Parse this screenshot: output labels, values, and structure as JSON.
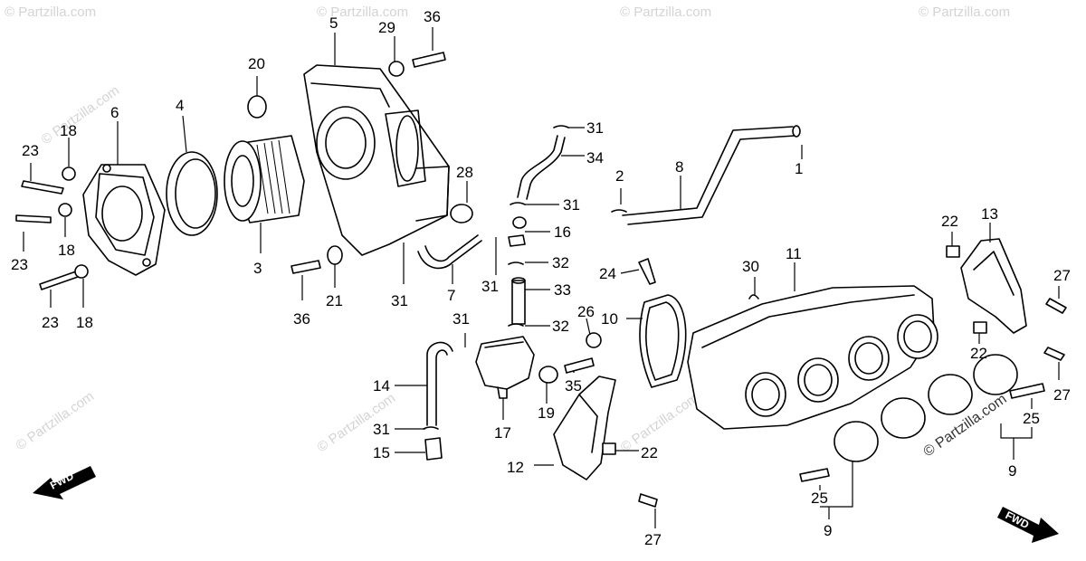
{
  "diagram": {
    "callouts": [
      "1",
      "2",
      "3",
      "4",
      "5",
      "6",
      "7",
      "8",
      "9",
      "10",
      "11",
      "12",
      "13",
      "14",
      "15",
      "16",
      "17",
      "18",
      "19",
      "20",
      "21",
      "22",
      "23",
      "24",
      "25",
      "26",
      "27",
      "28",
      "29",
      "30",
      "31",
      "32",
      "33",
      "34",
      "35",
      "36"
    ],
    "watermark": "© Partzilla.com",
    "fwd_label": "FWD"
  }
}
